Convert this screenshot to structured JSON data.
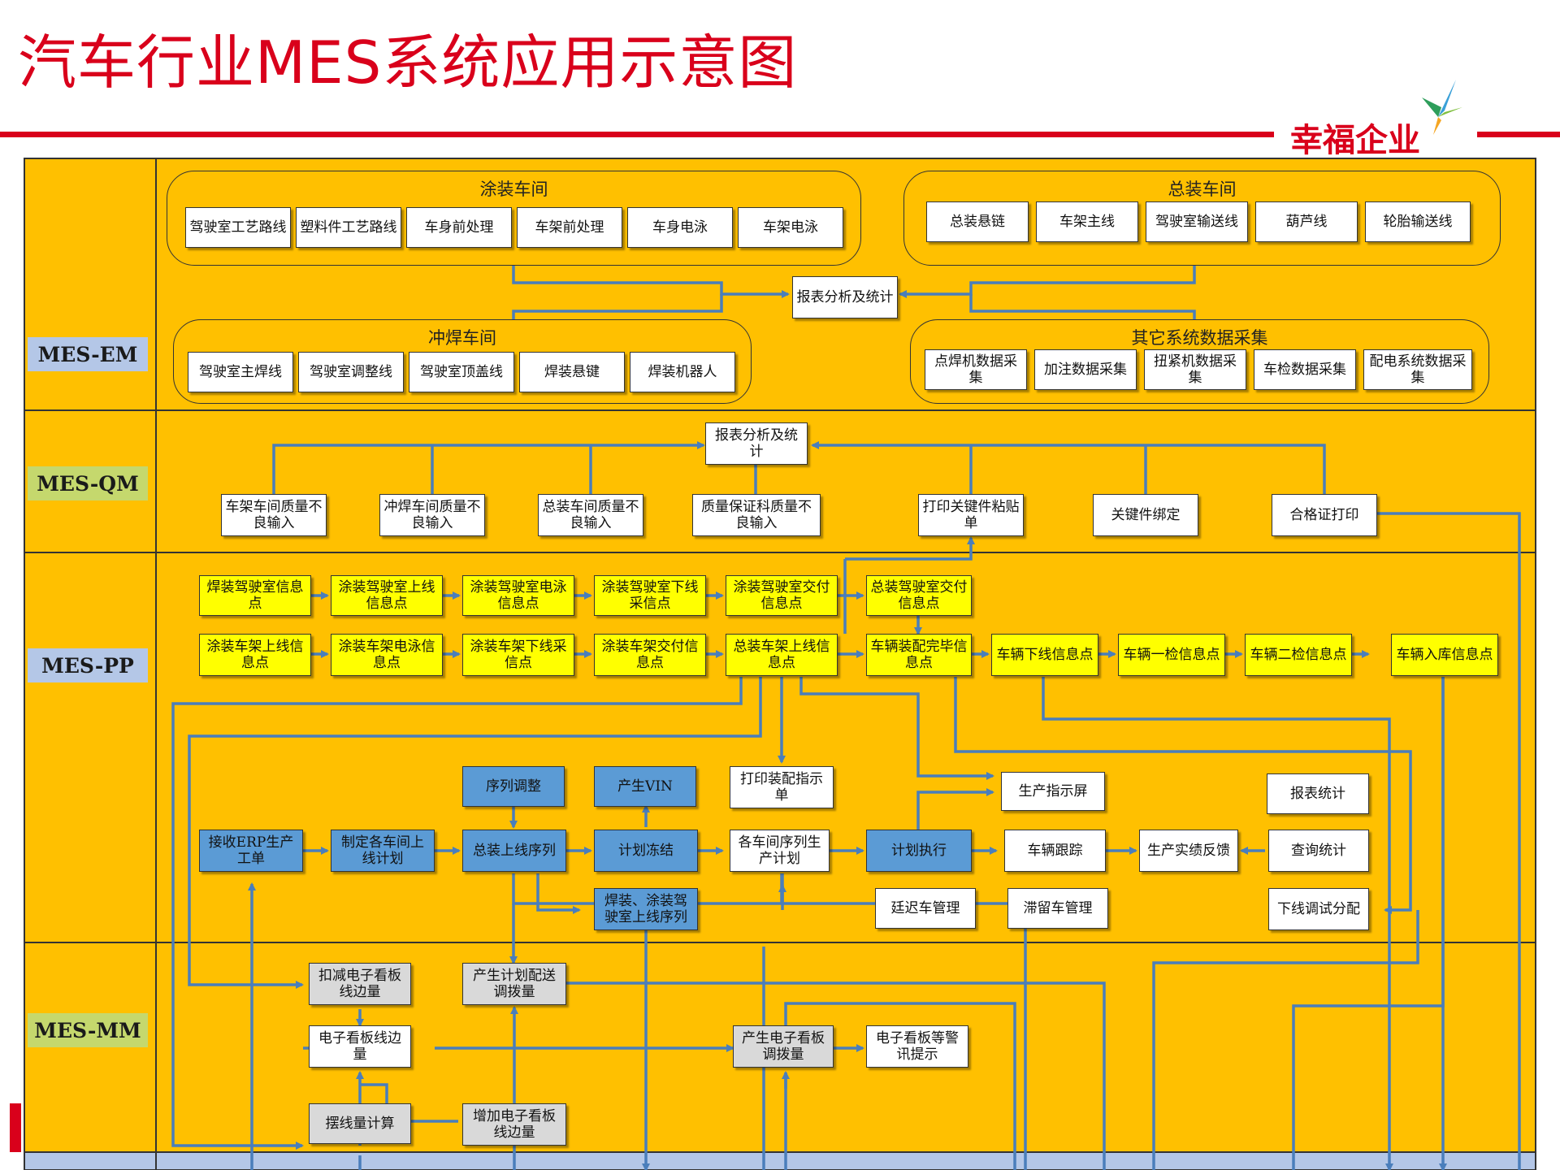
{
  "page": {
    "title": "汽车行业MES系统应用示意图",
    "logo_text": "幸福企业",
    "accent_color": "#d9001b"
  },
  "bands": {
    "em": "MES-EM",
    "qm": "MES-QM",
    "pp": "MES-PP",
    "mm": "MES-MM"
  },
  "em": {
    "paint": {
      "title": "涂装车间",
      "items": [
        "驾驶室工艺路线",
        "塑料件工艺路线",
        "车身前处理",
        "车架前处理",
        "车身电泳",
        "车架电泳"
      ]
    },
    "assembly": {
      "title": "总装车间",
      "items": [
        "总装悬链",
        "车架主线",
        "驾驶室输送线",
        "葫芦线",
        "轮胎输送线"
      ]
    },
    "weld": {
      "title": "冲焊车间",
      "items": [
        "驾驶室主焊线",
        "驾驶室调整线",
        "驾驶室顶盖线",
        "焊装悬键",
        "焊装机器人"
      ]
    },
    "other": {
      "title": "其它系统数据采集",
      "items": [
        "点焊机数据采集",
        "加注数据采集",
        "扭紧机数据采集",
        "车检数据采集",
        "配电系统数据采集"
      ]
    },
    "report": "报表分析及统计"
  },
  "qm": {
    "report": "报表分析及统计",
    "items": [
      "车架车间质量不良输入",
      "冲焊车间质量不良输入",
      "总装车间质量不良输入",
      "质量保证科质量不良输入",
      "打印关键件粘贴单",
      "关键件绑定",
      "合格证打印"
    ]
  },
  "pp": {
    "row1": [
      "焊装驾驶室信息点",
      "涂装驾驶室上线信息点",
      "涂装驾驶室电泳信息点",
      "涂装驾驶室下线采信点",
      "涂装驾驶室交付信息点",
      "总装驾驶室交付信息点"
    ],
    "row2": [
      "涂装车架上线信息点",
      "涂装车架电泳信息点",
      "涂装车架下线采信点",
      "涂装车架交付信息点",
      "总装车架上线信息点",
      "车辆装配完毕信息点",
      "车辆下线信息点",
      "车辆一检信息点",
      "车辆二检信息点",
      "车辆入库信息点"
    ],
    "seq_adjust": "序列调整",
    "gen_vin": "产生VIN",
    "print_order": "打印装配指示单",
    "prod_screen": "生产指示屏",
    "report_stat": "报表统计",
    "recv_erp": "接收ERP生产工单",
    "make_plan": "制定各车间上线计划",
    "final_seq": "总装上线序列",
    "freeze": "计划冻结",
    "shop_plan": "各车间序列生产计划",
    "execute": "计划执行",
    "tracking": "车辆跟踪",
    "feedback": "生产实绩反馈",
    "query": "查询统计",
    "weld_seq": "焊装、涂装驾驶室上线序列",
    "delay": "廷迟车管理",
    "stay": "滞留车管理",
    "offline": "下线调试分配"
  },
  "mm": {
    "deduct": "扣减电子看板线边量",
    "gen_dispatch": "产生计划配送调拨量",
    "kanban": "电子看板线边量",
    "gen_kanban": "产生电子看板调拨量",
    "warn": "电子看板等警讯提示",
    "place_calc": "摆线量计算",
    "add_kanban": "增加电子看板线边量"
  },
  "colors": {
    "band": "#ffc000",
    "label_em": "#b4c7e7",
    "label_qm": "#c5d86d",
    "label_pp": "#b4c7e7",
    "label_mm": "#c5d86d",
    "bottom_band": "#b4c7e7",
    "arrow": "#4a7ebb",
    "box_yellow": "#ffff00",
    "box_blue": "#5b9bd5",
    "box_gray": "#d9d9d9"
  }
}
